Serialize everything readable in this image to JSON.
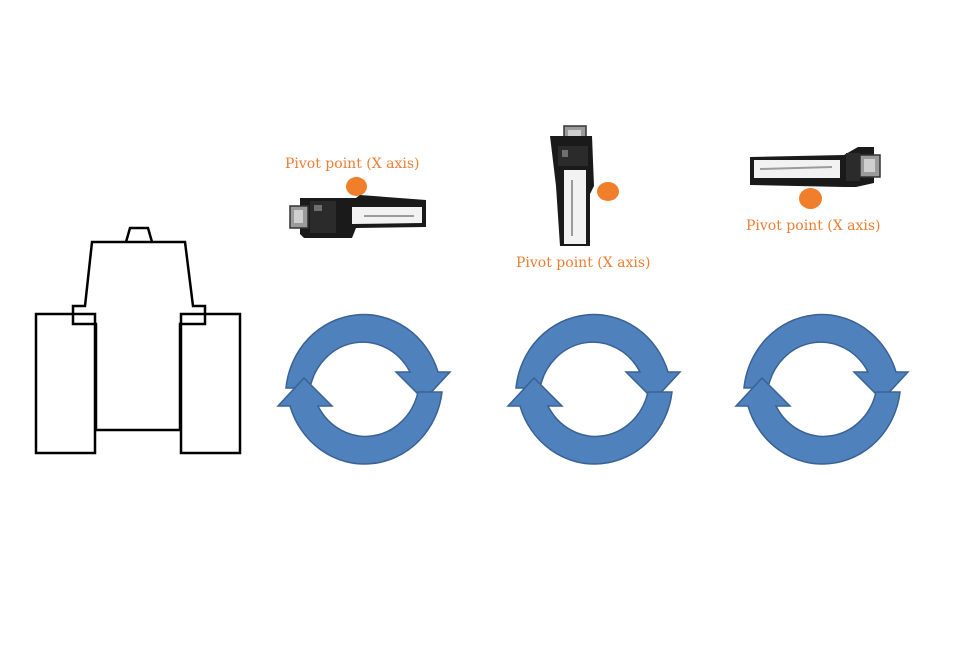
{
  "colors": {
    "label": "#ed7d31",
    "pivot_dot": "#f07f2c",
    "arrow_fill": "#4f81bd",
    "arrow_stroke": "#3a6294",
    "outline": "#000000",
    "part_dark": "#1a1a1a",
    "part_light": "#f2f2f2",
    "part_gray": "#9b9b9b"
  },
  "figures": [
    {
      "pivot_label": "Pivot point (X axis)",
      "orientation": "horizontal-connector-left"
    },
    {
      "pivot_label": "Pivot point (X axis)",
      "orientation": "vertical-connector-top"
    },
    {
      "pivot_label": "Pivot point (X axis)",
      "orientation": "horizontal-connector-right"
    }
  ],
  "icons": [
    "robot-outline-icon",
    "rotation-cycle-icon",
    "pivot-dot-icon"
  ]
}
